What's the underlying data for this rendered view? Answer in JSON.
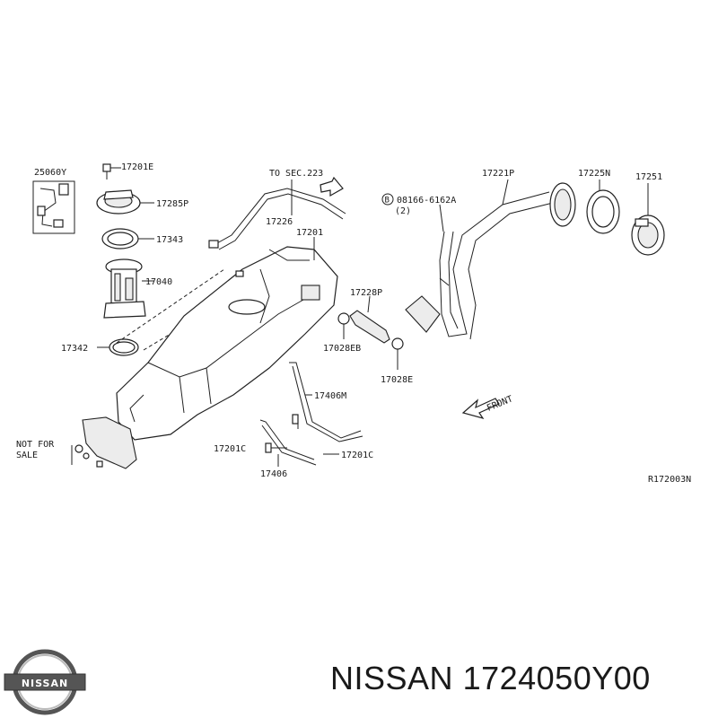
{
  "labels": {
    "p25060Y": "25060Y",
    "p17201E": "17201E",
    "p17285P": "17285P",
    "p17343": "17343",
    "p17040": "17040",
    "p17342": "17342",
    "to_sec": "TO SEC.223",
    "p17226": "17226",
    "p17201": "17201",
    "p17221P": "17221P",
    "p17225N": "17225N",
    "p17251": "17251",
    "bolt_symbol": "B",
    "bolt_part": "08166-6162A",
    "bolt_qty": "(2)",
    "p17228P": "17228P",
    "p17028EB": "17028EB",
    "p17028E": "17028E",
    "p17406M": "17406M",
    "p17201C_left": "17201C",
    "p17201C_right": "17201C",
    "p17406": "17406",
    "not_for": "NOT FOR",
    "sale": "SALE",
    "front": "FRONT",
    "diagram_code": "R172003N"
  },
  "logo": {
    "text": "NISSAN"
  },
  "caption": {
    "brand": "NISSAN",
    "part_number": "1724050Y00"
  },
  "colors": {
    "line": "#222222",
    "text": "#1a1a1a",
    "background": "#ffffff"
  }
}
